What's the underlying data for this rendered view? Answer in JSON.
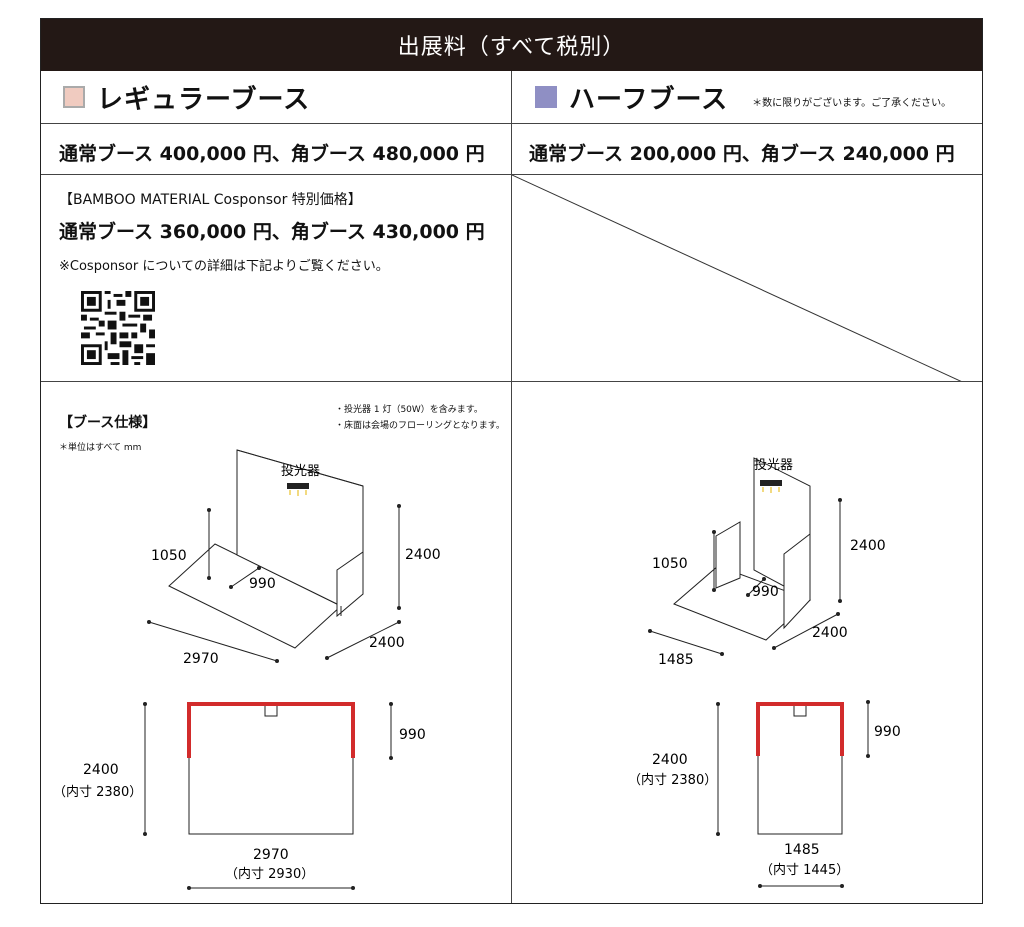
{
  "header": {
    "title": "出展料（すべて税別）"
  },
  "regular": {
    "title": "レギュラーブース",
    "swatch_color": "#f0cbc0",
    "price": "通常ブース 400,000 円、角ブース 480,000 円",
    "cosponsor_heading": "【BAMBOO MATERIAL Cosponsor 特別価格】",
    "cosponsor_price": "通常ブース 360,000 円、角ブース 430,000 円",
    "cosponsor_note": "※Cosponsor についての詳細は下記よりご覧ください。"
  },
  "half": {
    "title": "ハーフブース",
    "swatch_color": "#8f8fc4",
    "note": "＊数に限りがございます。ご了承ください。",
    "price": "通常ブース 200,000 円、角ブース 240,000 円"
  },
  "spec": {
    "heading": "【ブース仕様】",
    "unit_note": "＊単位はすべて mm",
    "note1": "・投光器 1 灯（50W）を含みます。",
    "note2": "・床面は会場のフローリングとなります。"
  },
  "diagram_regular": {
    "light_label": "投光器",
    "side_height": "1050",
    "depth_inner": "990",
    "wall_height": "2400",
    "width": "2970",
    "depth": "2400",
    "plan_height": "2400",
    "plan_height_inner": "（内寸 2380）",
    "plan_depth": "990",
    "plan_width": "2970",
    "plan_width_inner": "（内寸 2930）"
  },
  "diagram_half": {
    "light_label": "投光器",
    "side_height": "1050",
    "depth_inner": "990",
    "wall_height": "2400",
    "width": "1485",
    "depth": "2400",
    "plan_height": "2400",
    "plan_height_inner": "（内寸 2380）",
    "plan_depth": "990",
    "plan_width": "1485",
    "plan_width_inner": "（内寸 1445）"
  },
  "colors": {
    "header_bg": "#231815",
    "wall_red": "#d22b2b"
  }
}
